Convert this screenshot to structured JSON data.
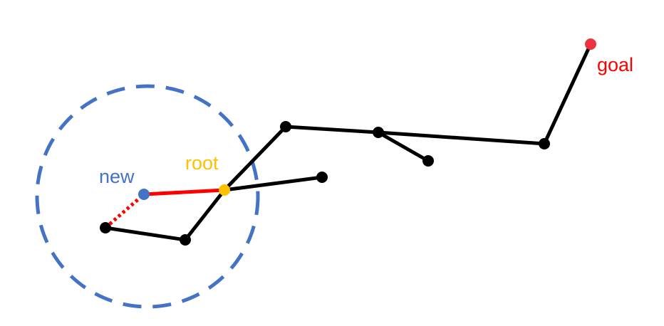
{
  "labels": {
    "new": "new",
    "root": "root",
    "goal": "goal"
  },
  "colors": {
    "edge": "#000000",
    "node": "#000000",
    "new_node": "#4472c4",
    "root_node": "#ffc000",
    "goal_node": "#ee3340",
    "new_edge": "#ff0000",
    "candidate_edge": "#ff0000",
    "search_radius": "#4472c4",
    "new_label": "#4472c4",
    "root_label": "#ffc000",
    "goal_label": "#ff0000"
  }
}
